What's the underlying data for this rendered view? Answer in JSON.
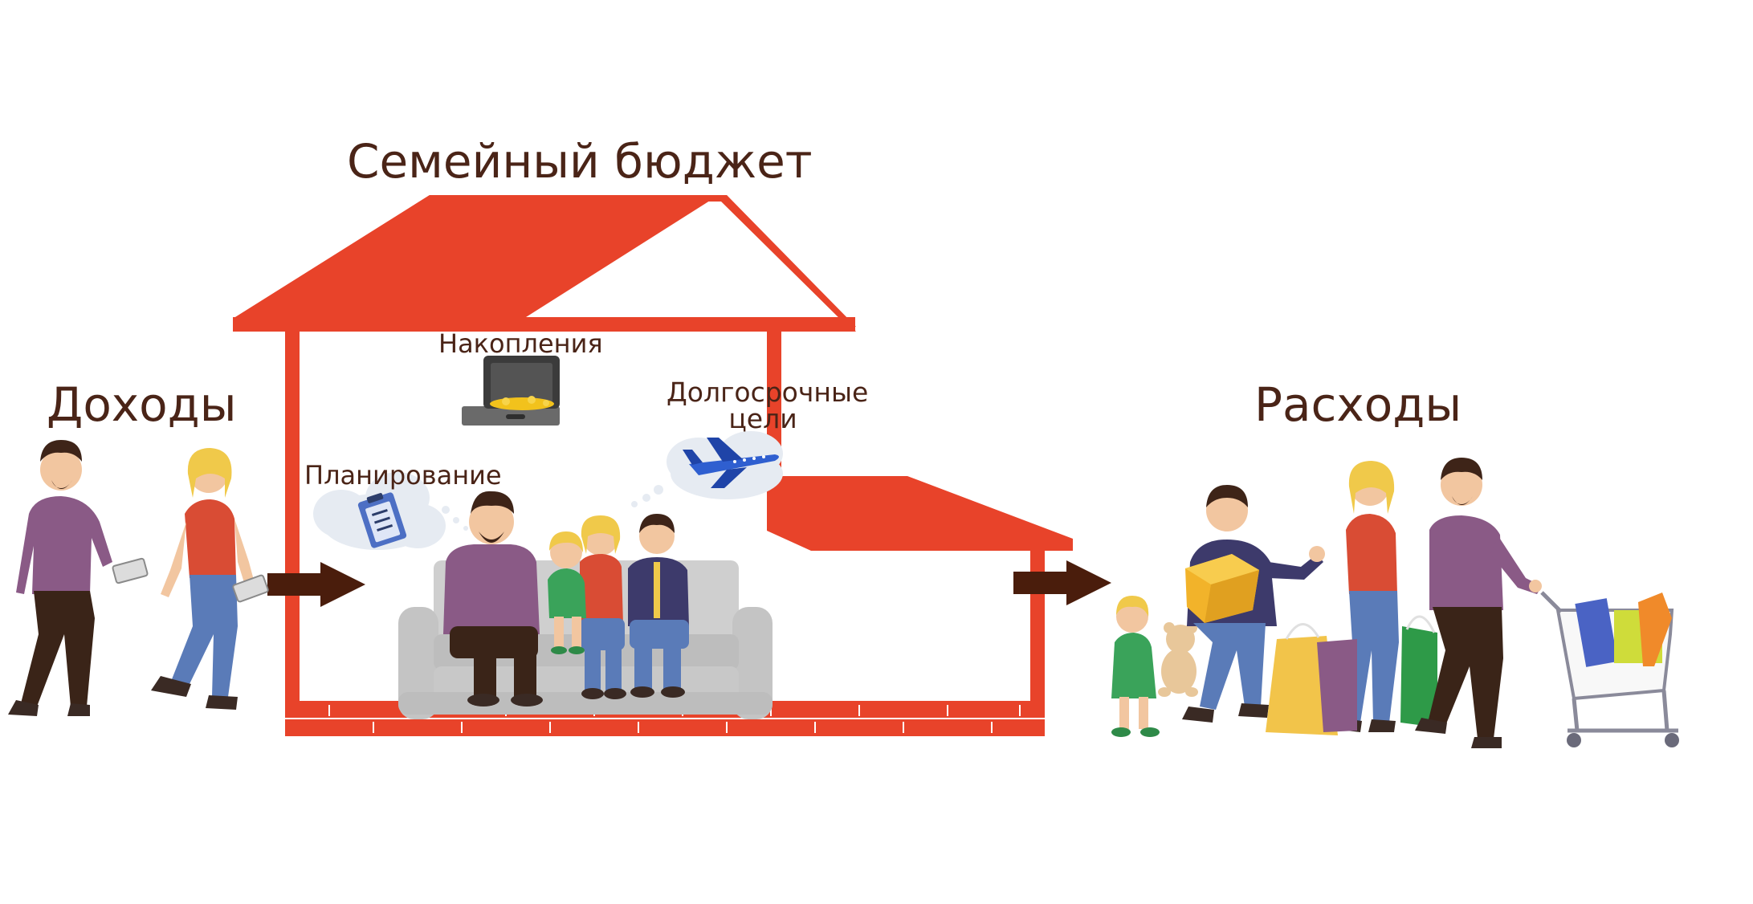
{
  "title": "Семейный бюджет",
  "income_label": "Доходы",
  "expenses_label": "Расходы",
  "savings_label": "Накопления",
  "planning_label": "Планирование",
  "goals_label_line1": "Долгосрочные",
  "goals_label_line2": "цели",
  "colors": {
    "roof": "#e8432a",
    "wall": "#e8432a",
    "text": "#4a2417",
    "arrow": "#4a1d0c",
    "sofa": "#c9c9c9",
    "cloud": "#e6ebf2"
  },
  "icons": {
    "savings": "suitcase-with-gold-icon",
    "planning": "clipboard-checklist-icon",
    "goals": "airplane-icon"
  }
}
